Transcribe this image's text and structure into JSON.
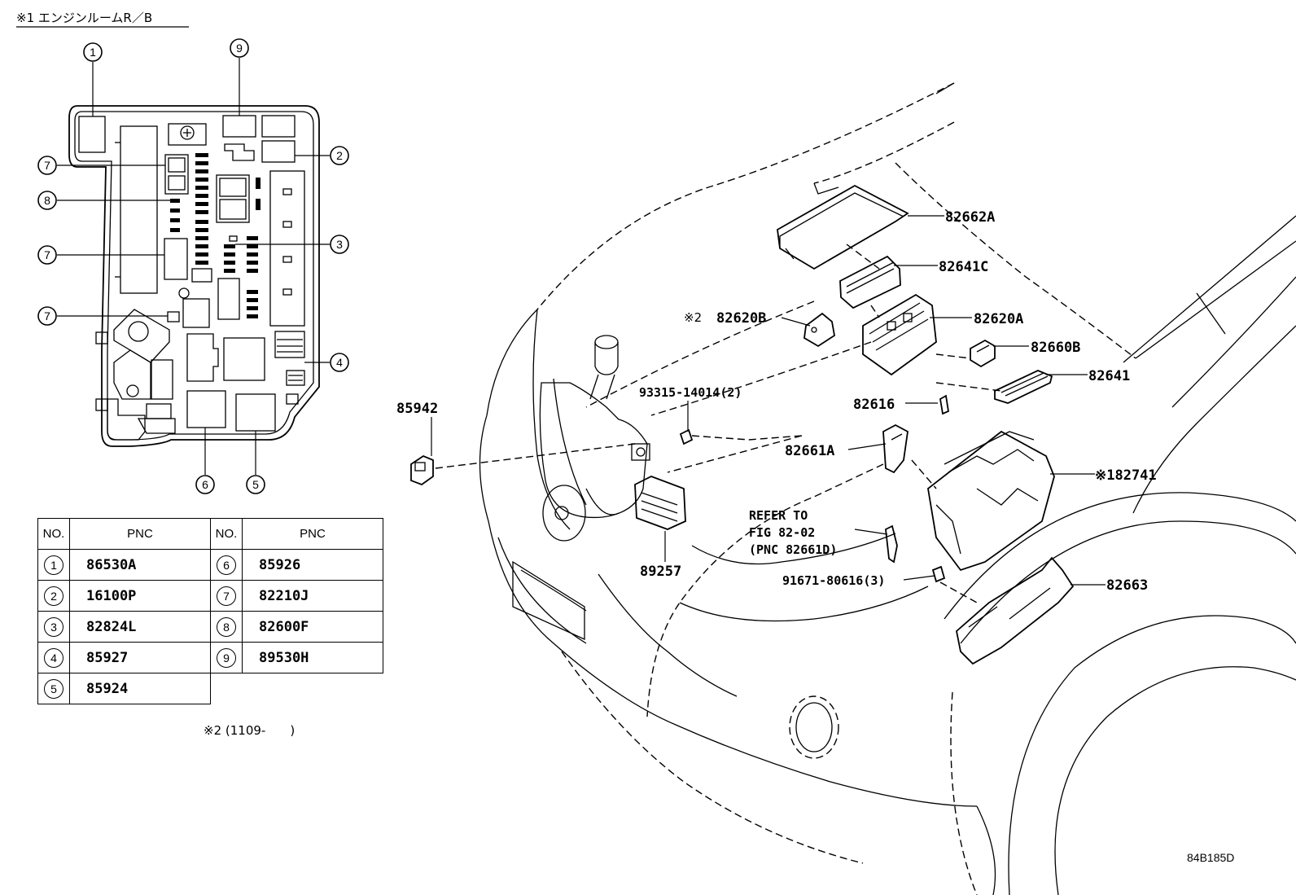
{
  "relay_block_title": "※1 エンジンルームR／B",
  "relay_block_callouts": [
    "1",
    "2",
    "3",
    "4",
    "5",
    "6",
    "7",
    "7",
    "7",
    "8",
    "9"
  ],
  "table": {
    "headers": [
      "NO.",
      "PNC",
      "NO.",
      "PNC"
    ],
    "rows": [
      {
        "no": "1",
        "pnc": "86530A",
        "no2": "6",
        "pnc2": "85926"
      },
      {
        "no": "2",
        "pnc": "16100P",
        "no2": "7",
        "pnc2": "82210J"
      },
      {
        "no": "3",
        "pnc": "82824L",
        "no2": "8",
        "pnc2": "82600F"
      },
      {
        "no": "4",
        "pnc": "85927",
        "no2": "9",
        "pnc2": "89530H"
      },
      {
        "no": "5",
        "pnc": "85924",
        "no2": "",
        "pnc2": ""
      }
    ]
  },
  "note2": "※2 (1109-　　)",
  "labels": {
    "p82662A": "82662A",
    "p82641C": "82641C",
    "p82620A": "82620A",
    "p82620B_mark": "※2",
    "p82620B": "82620B",
    "p82660B": "82660B",
    "p82641": "82641",
    "p82616": "82616",
    "p82661A": "82661A",
    "p82741": "※182741",
    "p93315": "93315-14014(2)",
    "p85942": "85942",
    "p89257": "89257",
    "refer1": "REFER TO",
    "refer2": "FIG 82-02",
    "refer3": "(PNC 82661D)",
    "p91671": "91671-80616(3)",
    "p82663": "82663"
  },
  "figure_code": "84B185D"
}
